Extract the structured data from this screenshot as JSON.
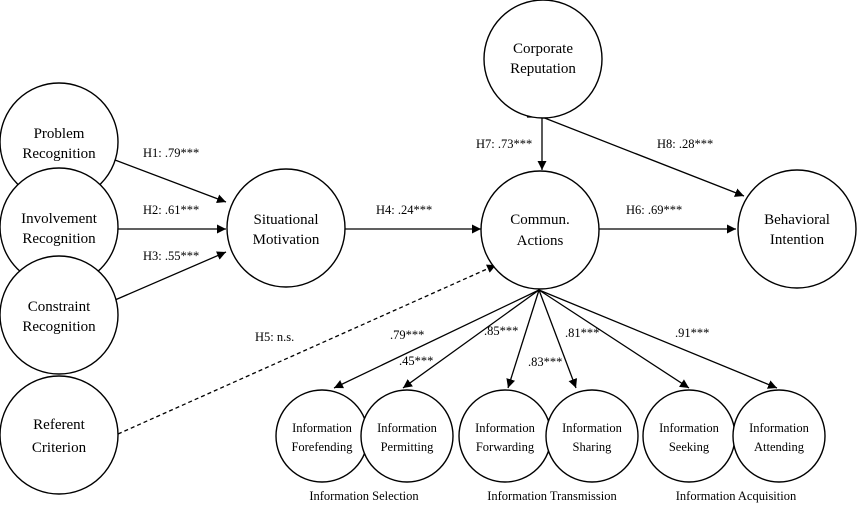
{
  "nodes": {
    "problem_recognition": [
      "Problem",
      "Recognition"
    ],
    "involvement_recognition": [
      "Involvement",
      "Recognition"
    ],
    "constraint_recognition": [
      "Constraint",
      "Recognition"
    ],
    "referent_criterion": [
      "Referent",
      "Criterion"
    ],
    "situational_motivation": [
      "Situational",
      "Motivation"
    ],
    "corporate_reputation": [
      "Corporate",
      "Reputation"
    ],
    "commun_actions": [
      "Commun.",
      "Actions"
    ],
    "behavioral_intention": [
      "Behavioral",
      "Intention"
    ],
    "information_forefending": [
      "Information",
      "Forefending"
    ],
    "information_permitting": [
      "Information",
      "Permitting"
    ],
    "information_forwarding": [
      "Information",
      "Forwarding"
    ],
    "information_sharing": [
      "Information",
      "Sharing"
    ],
    "information_seeking": [
      "Information",
      "Seeking"
    ],
    "information_attending": [
      "Information",
      "Attending"
    ]
  },
  "paths": {
    "h1": "H1: .79***",
    "h2": "H2: .61***",
    "h3": "H3: .55***",
    "h4": "H4: .24***",
    "h5": "H5: n.s.",
    "h6": "H6: .69***",
    "h7": "H7: .73***",
    "h8": "H8: .28***",
    "forefending": ".79***",
    "permitting": ".45***",
    "forwarding": ".85***",
    "sharing": ".83***",
    "seeking": ".81***",
    "attending": ".91***"
  },
  "groups": {
    "selection": "Information Selection",
    "transmission": "Information Transmission",
    "acquisition": "Information Acquisition"
  }
}
